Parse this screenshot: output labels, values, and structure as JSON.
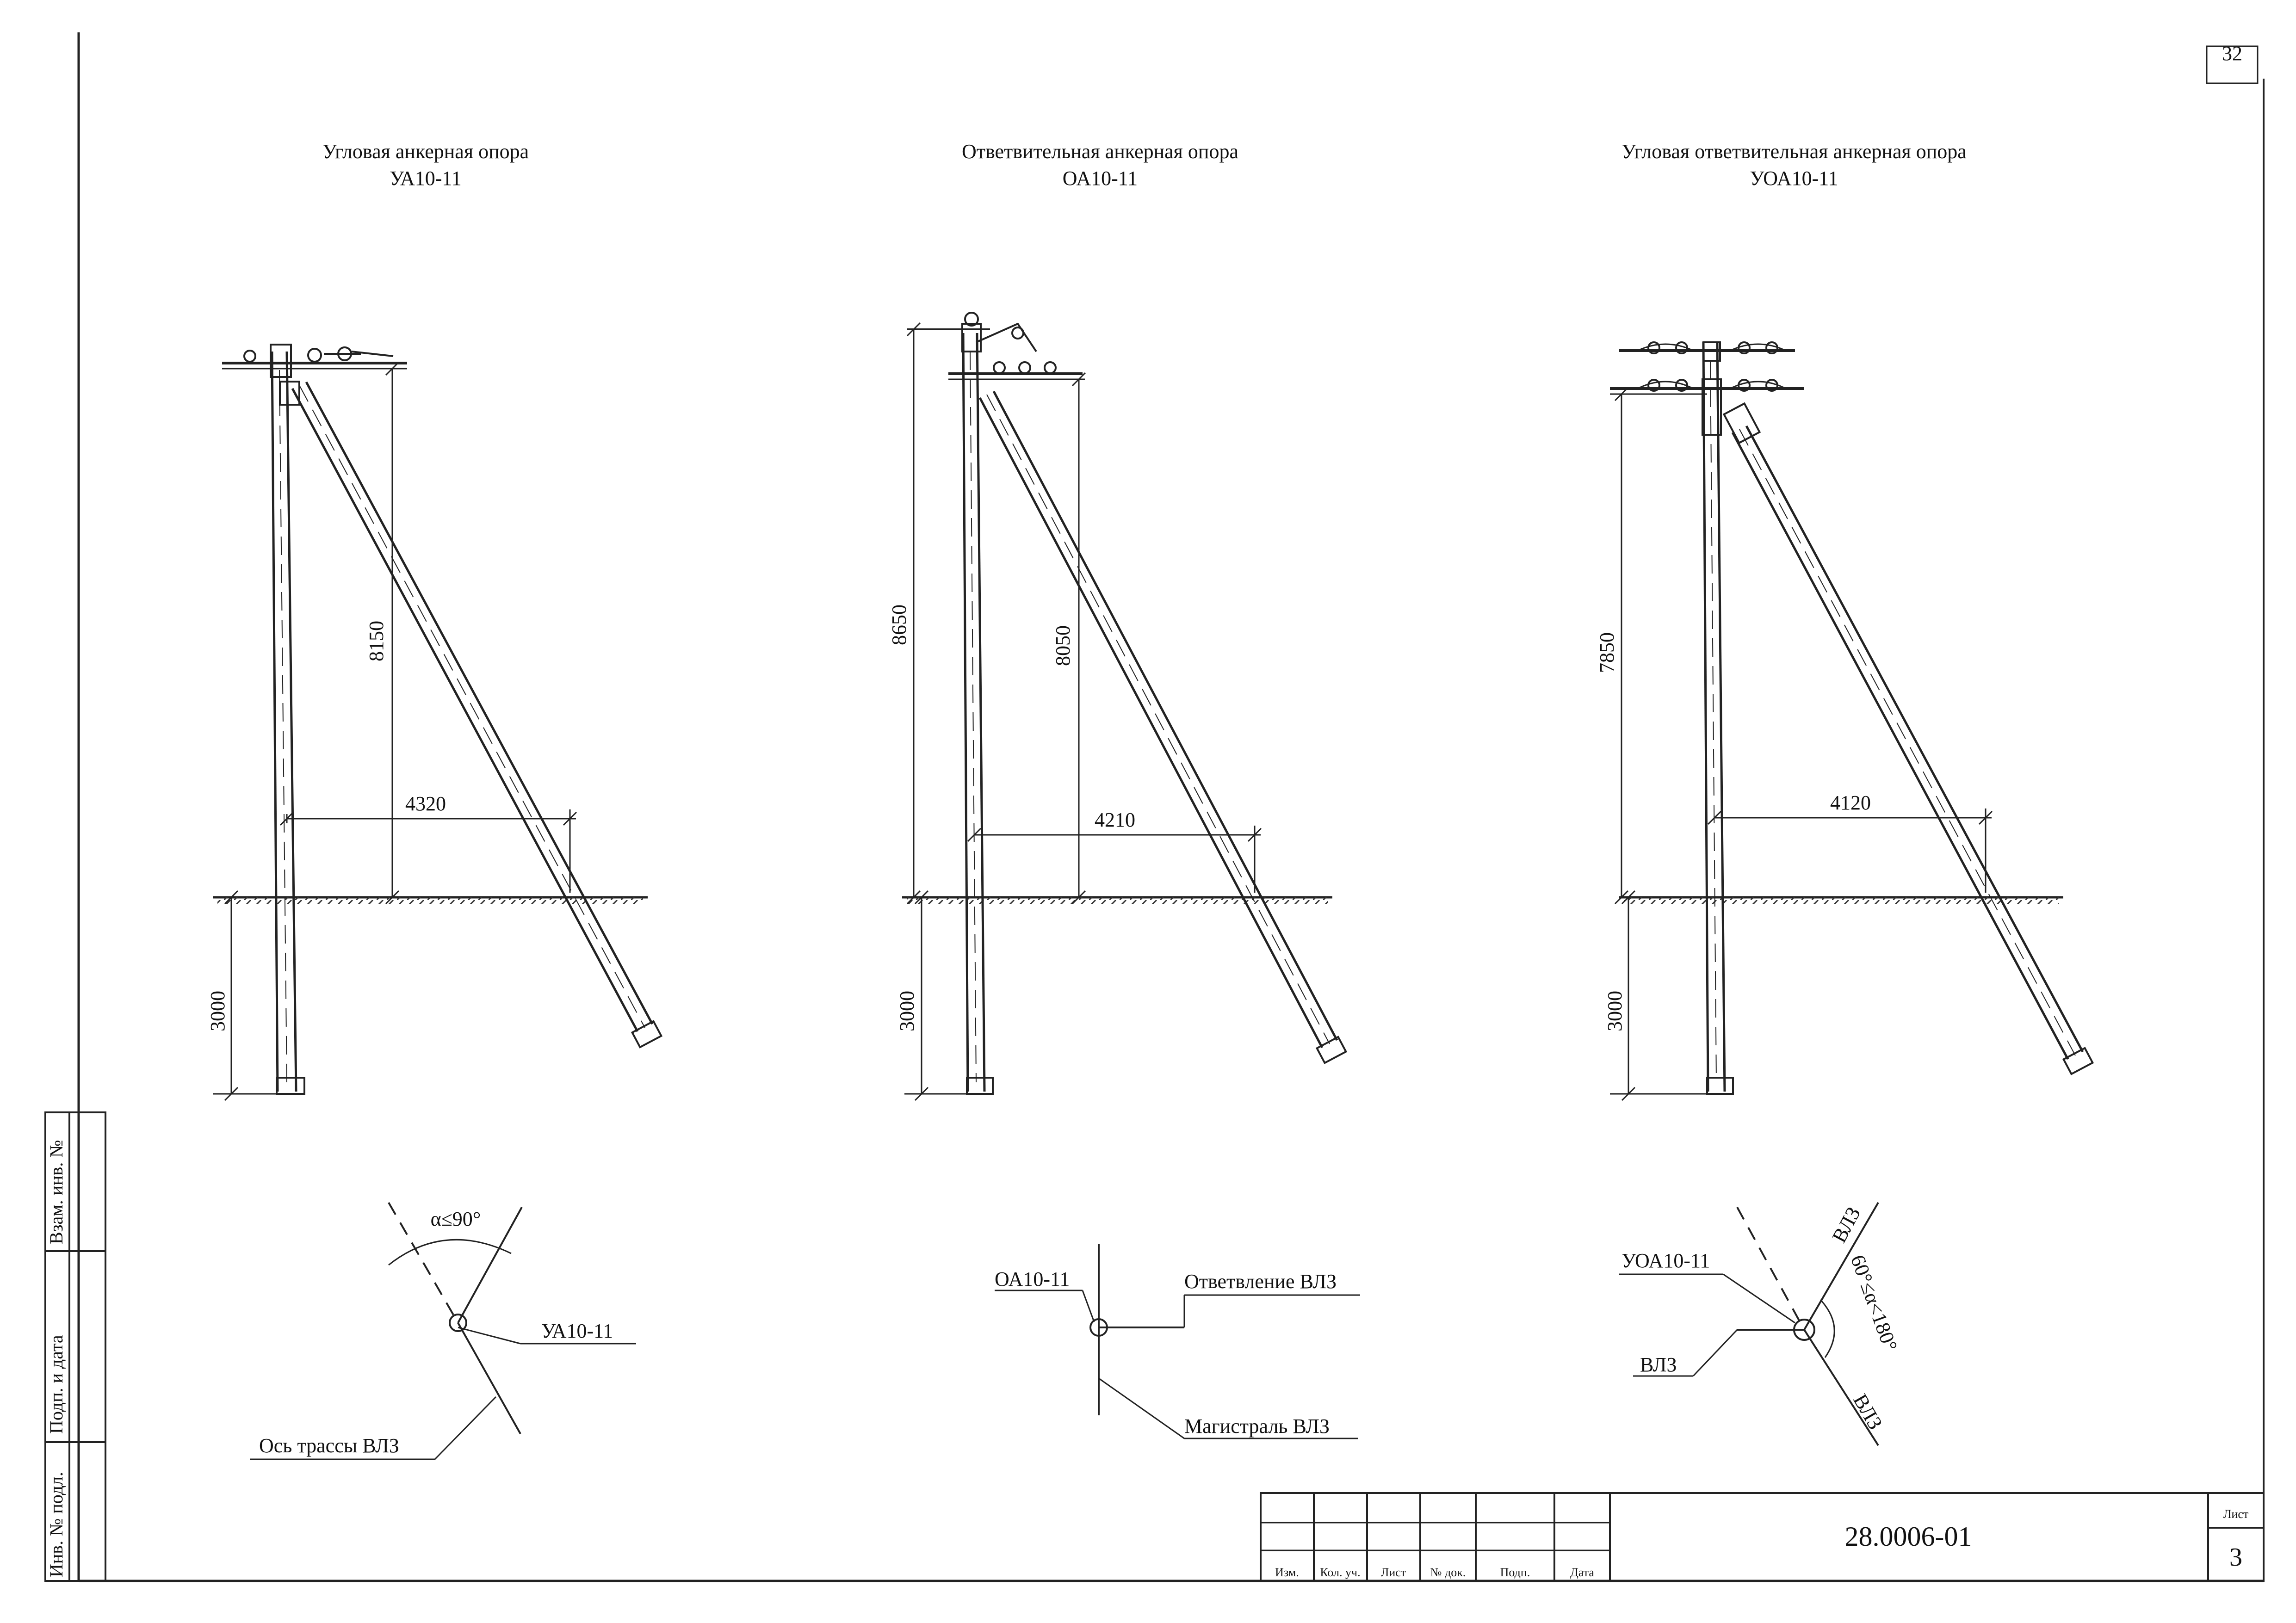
{
  "corner_number": "32",
  "supports": [
    {
      "title": "Угловая анкерная опора",
      "code": "УА10-11",
      "dim_height_brace": "8150",
      "dim_spread": "4320",
      "dim_depth": "3000",
      "plan": {
        "angle_label": "α≤90°",
        "support_label": "УА10-11",
        "axis_label": "Ось трассы ВЛЗ"
      }
    },
    {
      "title": "Ответвительная анкерная опора",
      "code": "ОА10-11",
      "dim_height_total": "8650",
      "dim_height_brace": "8050",
      "dim_spread": "4210",
      "dim_depth": "3000",
      "plan": {
        "support_label": "ОА10-11",
        "branch_label": "Ответвление ВЛЗ",
        "main_label": "Магистраль ВЛЗ"
      }
    },
    {
      "title": "Угловая ответвительная анкерная опора",
      "code": "УОА10-11",
      "dim_height_total": "7850",
      "dim_spread": "4120",
      "dim_depth": "3000",
      "plan": {
        "support_label": "УОА10-11",
        "line_label_left": "ВЛЗ",
        "line_label_top": "ВЛЗ",
        "line_label_bottom": "ВЛЗ",
        "angle_label": "60°≤α<180°"
      }
    }
  ],
  "side_stamp": [
    "Взам. инв. №",
    "Подп. и дата",
    "Инв. № подл."
  ],
  "title_block": {
    "columns": [
      "Изм.",
      "Кол. уч.",
      "Лист",
      "№ док.",
      "Подп.",
      "Дата"
    ],
    "doc_code": "28.0006-01",
    "sheet_label": "Лист",
    "sheet_number": "3"
  }
}
